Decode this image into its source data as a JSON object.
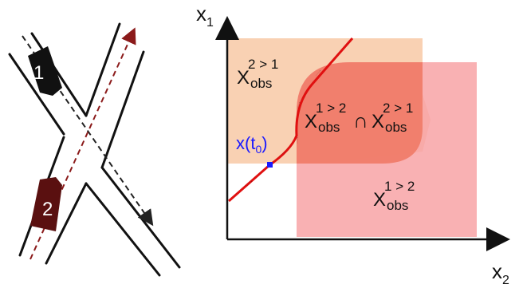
{
  "vehicles": [
    {
      "label": "1",
      "color": "#111111"
    },
    {
      "label": "2",
      "color": "#5a1010"
    }
  ],
  "axes": {
    "y_label": {
      "main": "x",
      "sub": "1"
    },
    "x_label": {
      "main": "x",
      "sub": "2"
    }
  },
  "regions": [
    {
      "main": "X",
      "sub": "obs",
      "sup": "2 > 1",
      "color": "#f8c9a6"
    },
    {
      "main": "X",
      "sub": "obs",
      "sup": "1 > 2",
      "color": "#f8a3a6"
    },
    {
      "main": "X",
      "sub": "obs",
      "sup": "1 > 2",
      "op": "∩",
      "main2": "X",
      "sub2": "obs",
      "sup2": "2 > 1",
      "color": "#f07a66"
    }
  ],
  "initial_state": {
    "main": "x(t",
    "sub": "0",
    "close": ")",
    "color": "#1a1aff"
  },
  "colors": {
    "trajectory": "#e01010",
    "path_vehicle_1": "#222222",
    "path_vehicle_2": "#8b1a1a",
    "road_edge": "#111111"
  }
}
